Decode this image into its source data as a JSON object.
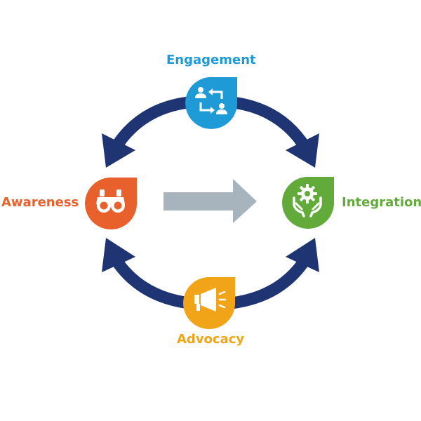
{
  "nodes": {
    "engagement": {
      "label": "Engagement",
      "color": "#1e9bd7",
      "icon": "exchange-people-icon"
    },
    "awareness": {
      "label": "Awareness",
      "color": "#e8612c",
      "icon": "binoculars-icon"
    },
    "integration": {
      "label": "Integration",
      "color": "#62ab3b",
      "icon": "hands-gear-icon"
    },
    "advocacy": {
      "label": "Advocacy",
      "color": "#f2a418",
      "icon": "megaphone-icon"
    }
  },
  "colors": {
    "cycle_arrows": "#1f3472",
    "center_arrow": "#a8b4bd",
    "icon_fill": "#ffffff"
  }
}
